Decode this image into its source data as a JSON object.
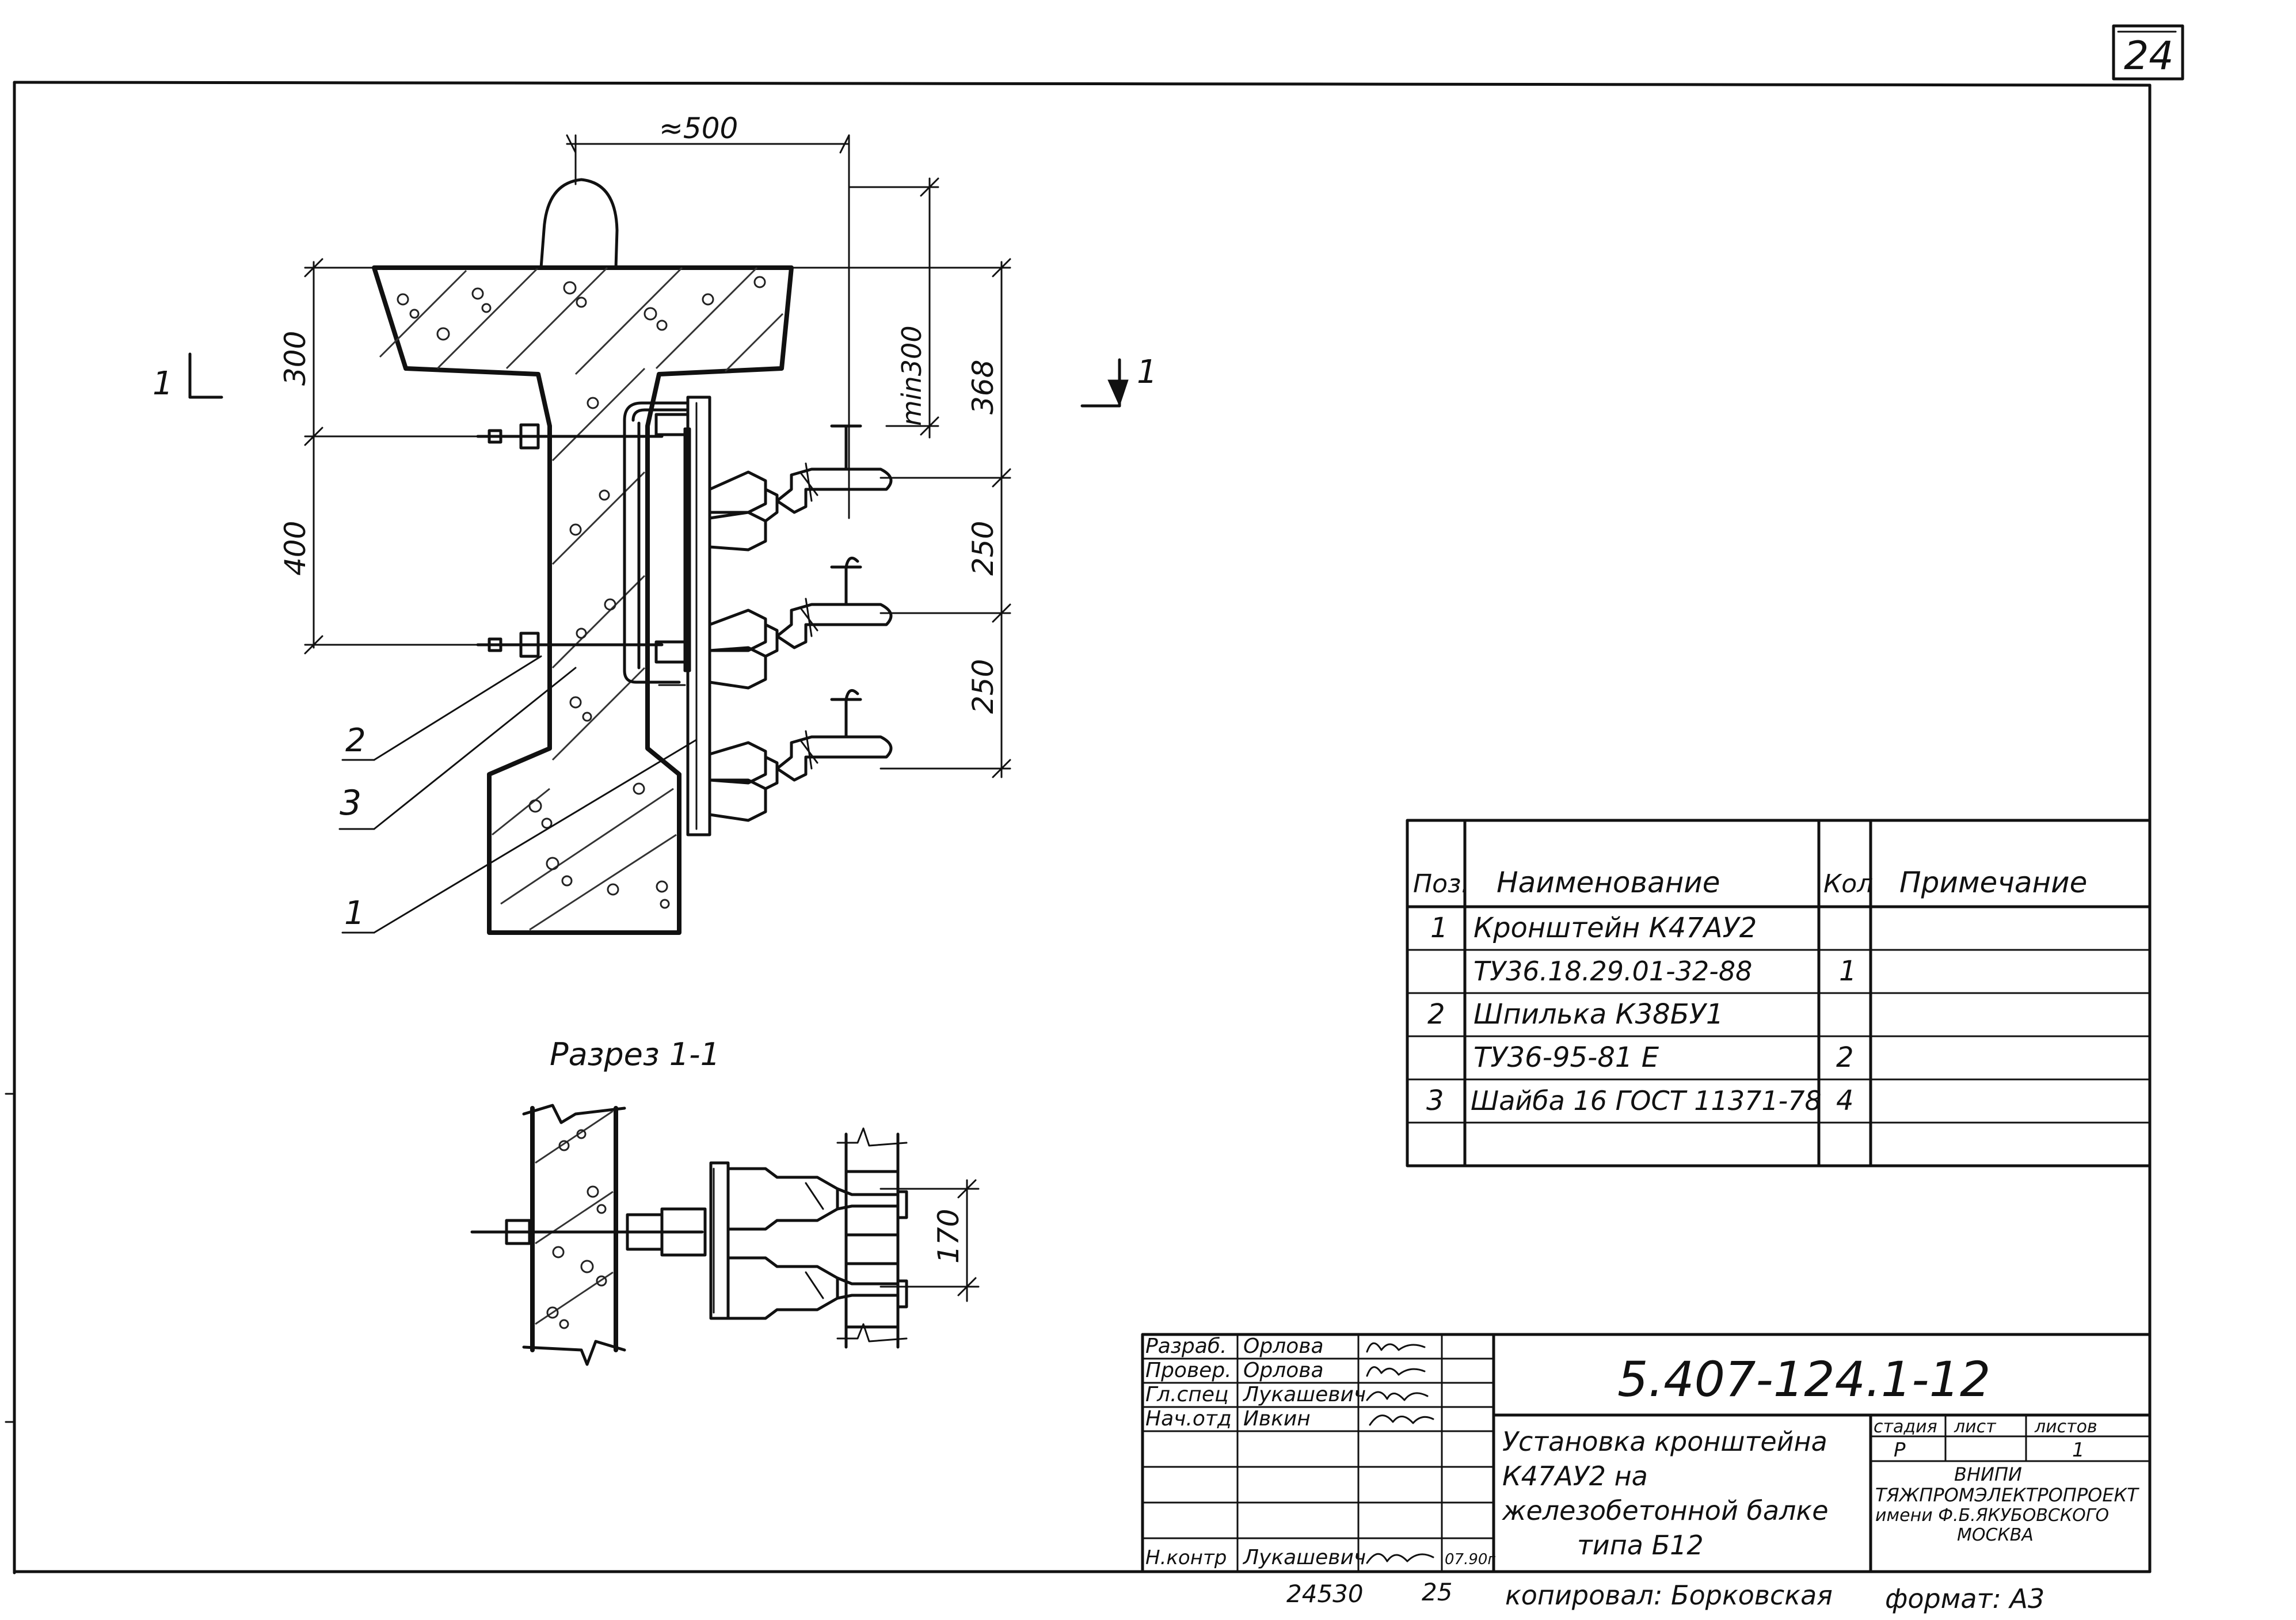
{
  "sheet_number": "24",
  "dims": {
    "width_approx": "≈500",
    "d300": "300",
    "d400": "400",
    "d368": "368",
    "min300": "min300",
    "d250a": "250",
    "d250b": "250",
    "d170": "170"
  },
  "section_marks": {
    "left": "1",
    "right": "1"
  },
  "callouts": [
    "2",
    "3",
    "1"
  ],
  "section_title": "Разрез 1-1",
  "spec_table": {
    "headers": {
      "pos": "Поз.",
      "name": "Наименование",
      "qty": "Кол",
      "note": "Примечание"
    },
    "rows": [
      {
        "pos": "1",
        "name": "Кронштейн К47АУ2",
        "qty": "",
        "note": ""
      },
      {
        "pos": "",
        "name": "ТУ36.18.29.01-32-88",
        "qty": "1",
        "note": ""
      },
      {
        "pos": "2",
        "name": "Шпилька К38БУ1",
        "qty": "",
        "note": ""
      },
      {
        "pos": "",
        "name": "ТУ36-95-81 Е",
        "qty": "2",
        "note": ""
      },
      {
        "pos": "3",
        "name": "Шайба 16 ГОСТ 11371-78",
        "qty": "4",
        "note": ""
      },
      {
        "pos": "",
        "name": "",
        "qty": "",
        "note": ""
      }
    ]
  },
  "title_block": {
    "doc_code": "5.407-124.1-12",
    "signers": [
      {
        "role": "Разраб.",
        "name": "Орлова",
        "date": ""
      },
      {
        "role": "Провер.",
        "name": "Орлова",
        "date": ""
      },
      {
        "role": "Гл.спец",
        "name": "Лукашевич",
        "date": ""
      },
      {
        "role": "Нач.отд",
        "name": "Ивкин",
        "date": ""
      },
      {
        "role": "",
        "name": "",
        "date": ""
      },
      {
        "role": "",
        "name": "",
        "date": ""
      },
      {
        "role": "Н.контр",
        "name": "Лукашевич",
        "date": "07.90г"
      }
    ],
    "title_lines": [
      "Установка кронштейна",
      "К47АУ2   на",
      "железобетонной балке",
      "типа Б12"
    ],
    "stage_label": "стадия",
    "sheet_label": "лист",
    "sheets_label": "листов",
    "stage": "Р",
    "sheets": "1",
    "org_lines": [
      "ВНИПИ",
      "ТЯЖПРОМЭЛЕКТРОПРОЕКТ",
      "имени Ф.Б.ЯКУБОВСКОГО",
      "МОСКВА"
    ]
  },
  "footer": {
    "inv": "24530",
    "page": "25",
    "copied": "копировал: Борковская",
    "format": "формат: А3"
  }
}
